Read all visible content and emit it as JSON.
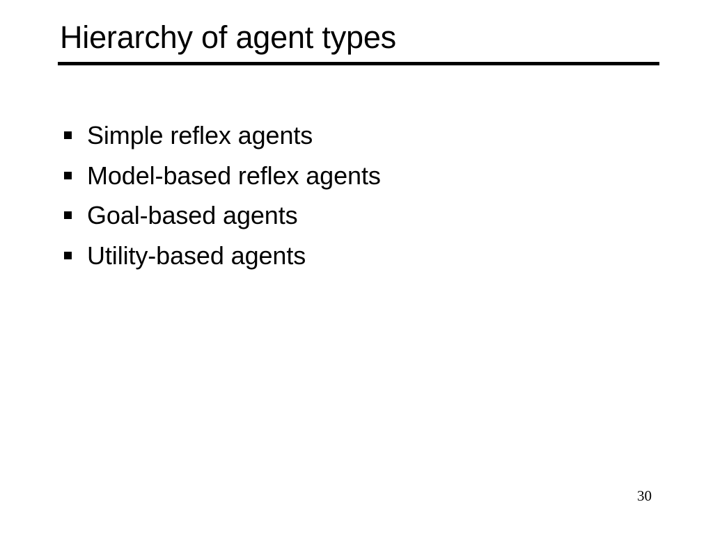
{
  "slide": {
    "title": "Hierarchy of agent types",
    "page_number": "30",
    "background_color": "#ffffff",
    "text_color": "#000000",
    "rule_color": "#000000"
  },
  "body": {
    "bullets": [
      {
        "marker": "filled-square-bullet",
        "label": "Simple reflex agents"
      },
      {
        "marker": "filled-square-bullet",
        "label": "Model-based reflex agents"
      },
      {
        "marker": "filled-square-bullet",
        "label": "Goal-based agents"
      },
      {
        "marker": "filled-square-bullet",
        "label": "Utility-based agents"
      }
    ]
  }
}
